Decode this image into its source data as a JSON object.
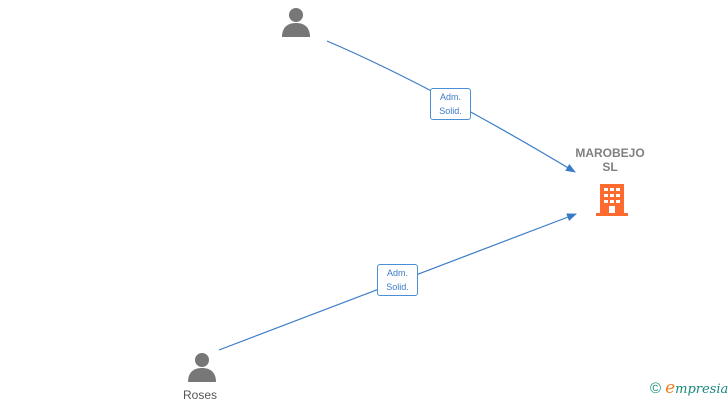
{
  "company": {
    "name_line1": "MAROBEJO",
    "name_line2": "SL",
    "icon": "building-icon",
    "color": "#ff6a2f"
  },
  "persons": [
    {
      "name": "",
      "icon": "person-icon"
    },
    {
      "name": "Roses",
      "icon": "person-icon"
    }
  ],
  "relations": [
    {
      "line1": "Adm.",
      "line2": "Solid.",
      "from": "person-1",
      "to": "company"
    },
    {
      "line1": "Adm.",
      "line2": "Solid.",
      "from": "person-2",
      "to": "company"
    }
  ],
  "edge_color": "#3a7bc8",
  "branding": {
    "copyright": "©",
    "logo_first": "e",
    "logo_rest": "mpresia"
  }
}
